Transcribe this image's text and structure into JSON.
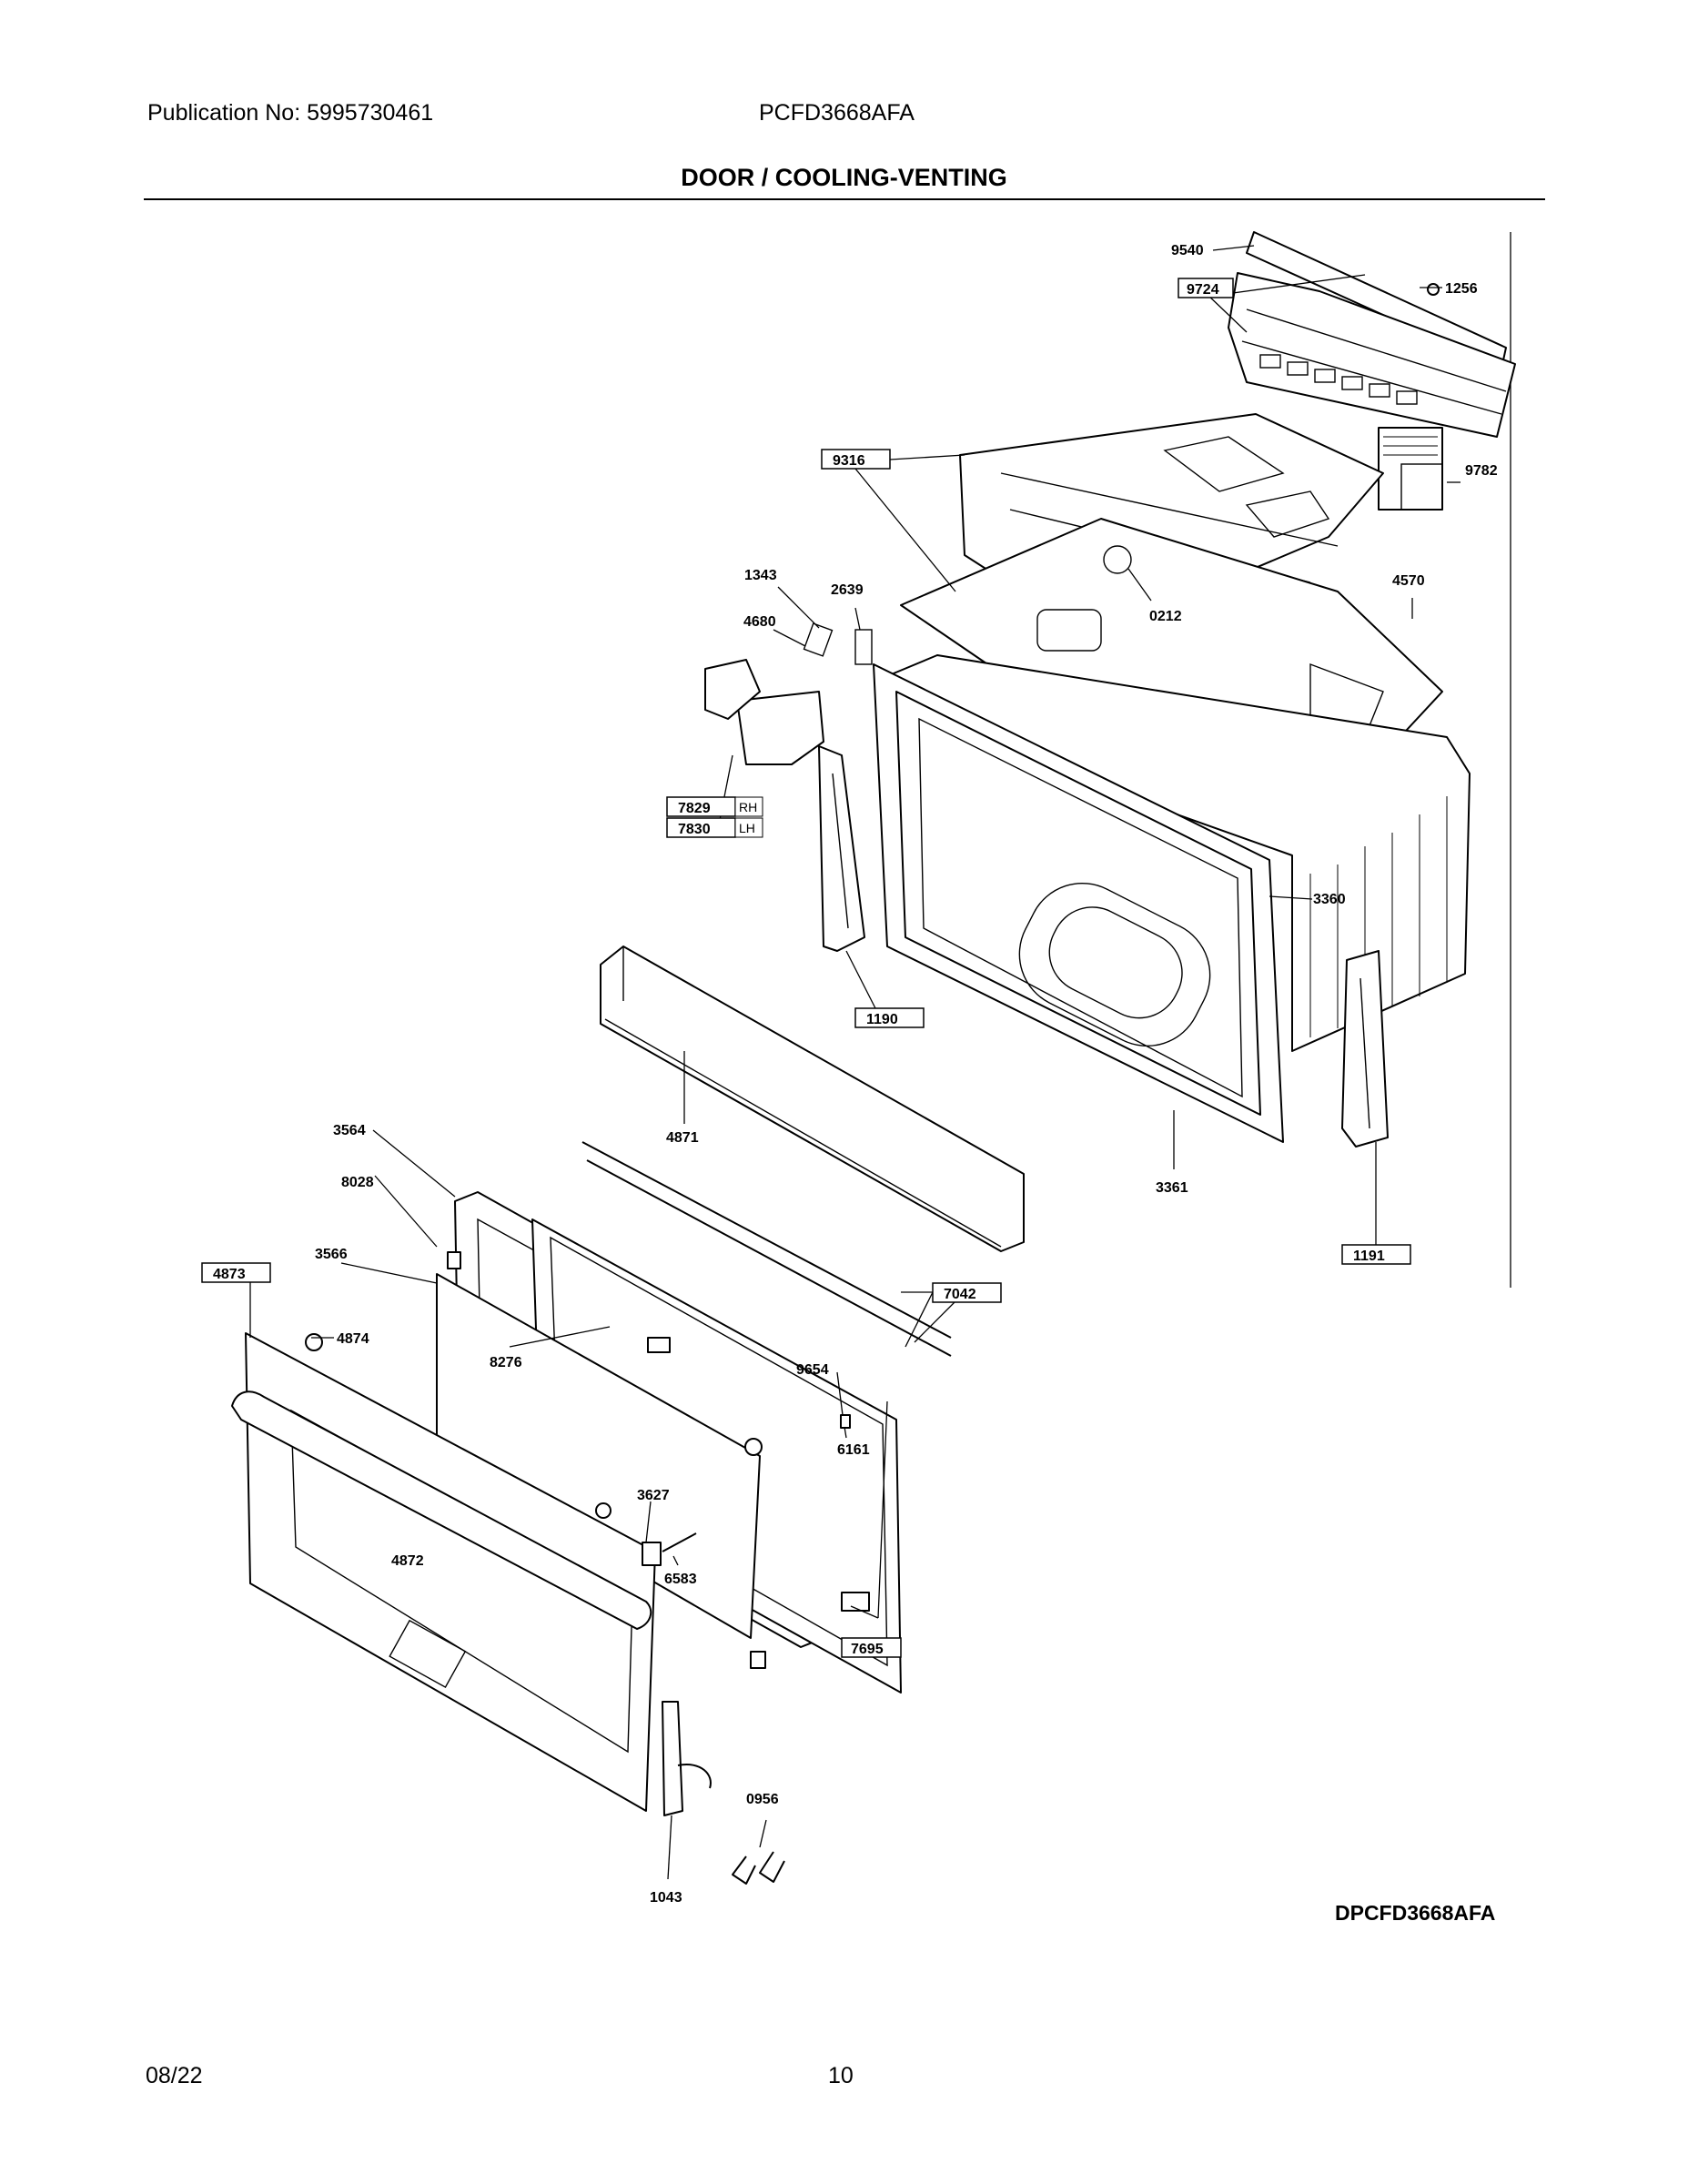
{
  "header": {
    "publication": "Publication No:  5995730461",
    "model": "PCFD3668AFA",
    "title": "DOOR / COOLING-VENTING"
  },
  "diagram": {
    "reference": "DPCFD3668AFA",
    "callouts": [
      {
        "id": "c9540",
        "label": "9540",
        "boxed": false
      },
      {
        "id": "c9724",
        "label": "9724",
        "boxed": true
      },
      {
        "id": "c1256",
        "label": "1256",
        "boxed": false
      },
      {
        "id": "c9316",
        "label": "9316",
        "boxed": true
      },
      {
        "id": "c9782",
        "label": "9782",
        "boxed": false
      },
      {
        "id": "c1343",
        "label": "1343",
        "boxed": false
      },
      {
        "id": "c2639",
        "label": "2639",
        "boxed": false
      },
      {
        "id": "c4680",
        "label": "4680",
        "boxed": false
      },
      {
        "id": "c0212",
        "label": "0212",
        "boxed": false
      },
      {
        "id": "c4570",
        "label": "4570",
        "boxed": false
      },
      {
        "id": "c7829",
        "label": "7829",
        "boxed": true,
        "note": "RH"
      },
      {
        "id": "c7830",
        "label": "7830",
        "boxed": true,
        "note": "LH"
      },
      {
        "id": "c3360",
        "label": "3360",
        "boxed": false
      },
      {
        "id": "c1190",
        "label": "1190",
        "boxed": true
      },
      {
        "id": "c4871",
        "label": "4871",
        "boxed": false
      },
      {
        "id": "c3564",
        "label": "3564",
        "boxed": false
      },
      {
        "id": "c8028",
        "label": "8028",
        "boxed": false
      },
      {
        "id": "c3361",
        "label": "3361",
        "boxed": false
      },
      {
        "id": "c1191",
        "label": "1191",
        "boxed": true
      },
      {
        "id": "c3566",
        "label": "3566",
        "boxed": false
      },
      {
        "id": "c4873",
        "label": "4873",
        "boxed": true
      },
      {
        "id": "c7042",
        "label": "7042",
        "boxed": true
      },
      {
        "id": "c4874",
        "label": "4874",
        "boxed": false
      },
      {
        "id": "c8276",
        "label": "8276",
        "boxed": false
      },
      {
        "id": "c9654",
        "label": "9654",
        "boxed": false
      },
      {
        "id": "c6161",
        "label": "6161",
        "boxed": false
      },
      {
        "id": "c3627",
        "label": "3627",
        "boxed": false
      },
      {
        "id": "c4872",
        "label": "4872",
        "boxed": false
      },
      {
        "id": "c6583",
        "label": "6583",
        "boxed": false
      },
      {
        "id": "c7695",
        "label": "7695",
        "boxed": true
      },
      {
        "id": "c0956",
        "label": "0956",
        "boxed": false
      },
      {
        "id": "c1043",
        "label": "1043",
        "boxed": false
      }
    ]
  },
  "footer": {
    "date": "08/22",
    "page": "10"
  }
}
